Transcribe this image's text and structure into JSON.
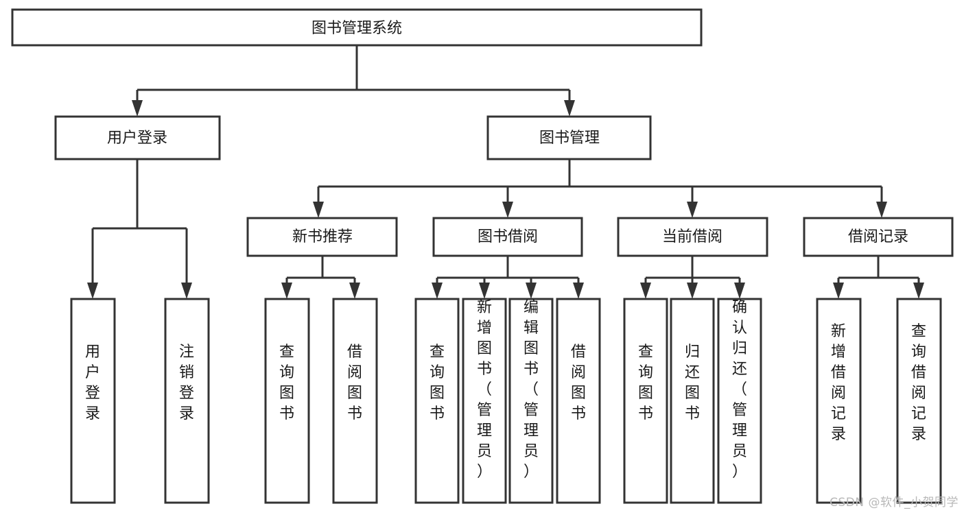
{
  "diagram": {
    "type": "tree-hierarchy",
    "title": "图书管理系统",
    "watermark": "CSDN @软件_小贺同学",
    "colors": {
      "stroke": "#333333",
      "fill": "#ffffff",
      "text": "#1a1a1a",
      "watermark": "#b8b8b8"
    },
    "levels": {
      "root": {
        "label": "图书管理系统"
      },
      "level1": [
        {
          "label": "用户登录"
        },
        {
          "label": "图书管理"
        }
      ],
      "level2": [
        {
          "label": "新书推荐"
        },
        {
          "label": "图书借阅"
        },
        {
          "label": "当前借阅"
        },
        {
          "label": "借阅记录"
        }
      ],
      "leaves_user_login": [
        {
          "label": "用户登录"
        },
        {
          "label": "注销登录"
        }
      ],
      "leaves_new_book": [
        {
          "label": "查询图书"
        },
        {
          "label": "借阅图书"
        }
      ],
      "leaves_borrow": [
        {
          "label": "查询图书"
        },
        {
          "label": "新增图书（管理员）"
        },
        {
          "label": "编辑图书（管理员）"
        },
        {
          "label": "借阅图书"
        }
      ],
      "leaves_current": [
        {
          "label": "查询图书"
        },
        {
          "label": "归还图书"
        },
        {
          "label": "确认归还（管理员）"
        }
      ],
      "leaves_records": [
        {
          "label": "新增借阅记录"
        },
        {
          "label": "查询借阅记录"
        }
      ]
    }
  }
}
